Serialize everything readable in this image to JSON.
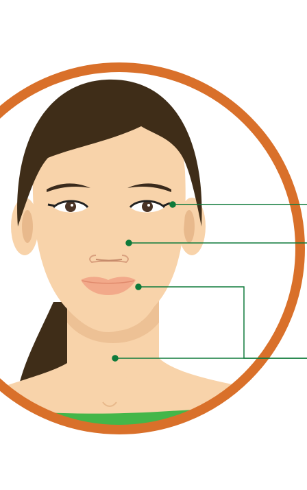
{
  "colors": {
    "frame_ring": "#D9702A",
    "background": "#FFFFFF",
    "skin": "#F8D3AA",
    "skin_shadow": "#E8B98C",
    "hair": "#3F2D18",
    "shirt": "#43B649",
    "lips": "#F2A98A",
    "brows": "#3A2A1C",
    "iris": "#4A3426",
    "eye_white": "#FFFFFF",
    "pointer": "#0E7A3A"
  },
  "figure": {
    "subject": "woman-portrait-illustration",
    "icons": [
      "frame-ring",
      "face",
      "hair-ponytail",
      "green-top"
    ]
  },
  "annotations": {
    "points": [
      "eye-area",
      "nose-area",
      "lips-area",
      "neck-area"
    ],
    "labels": [
      "",
      "",
      "",
      ""
    ]
  }
}
